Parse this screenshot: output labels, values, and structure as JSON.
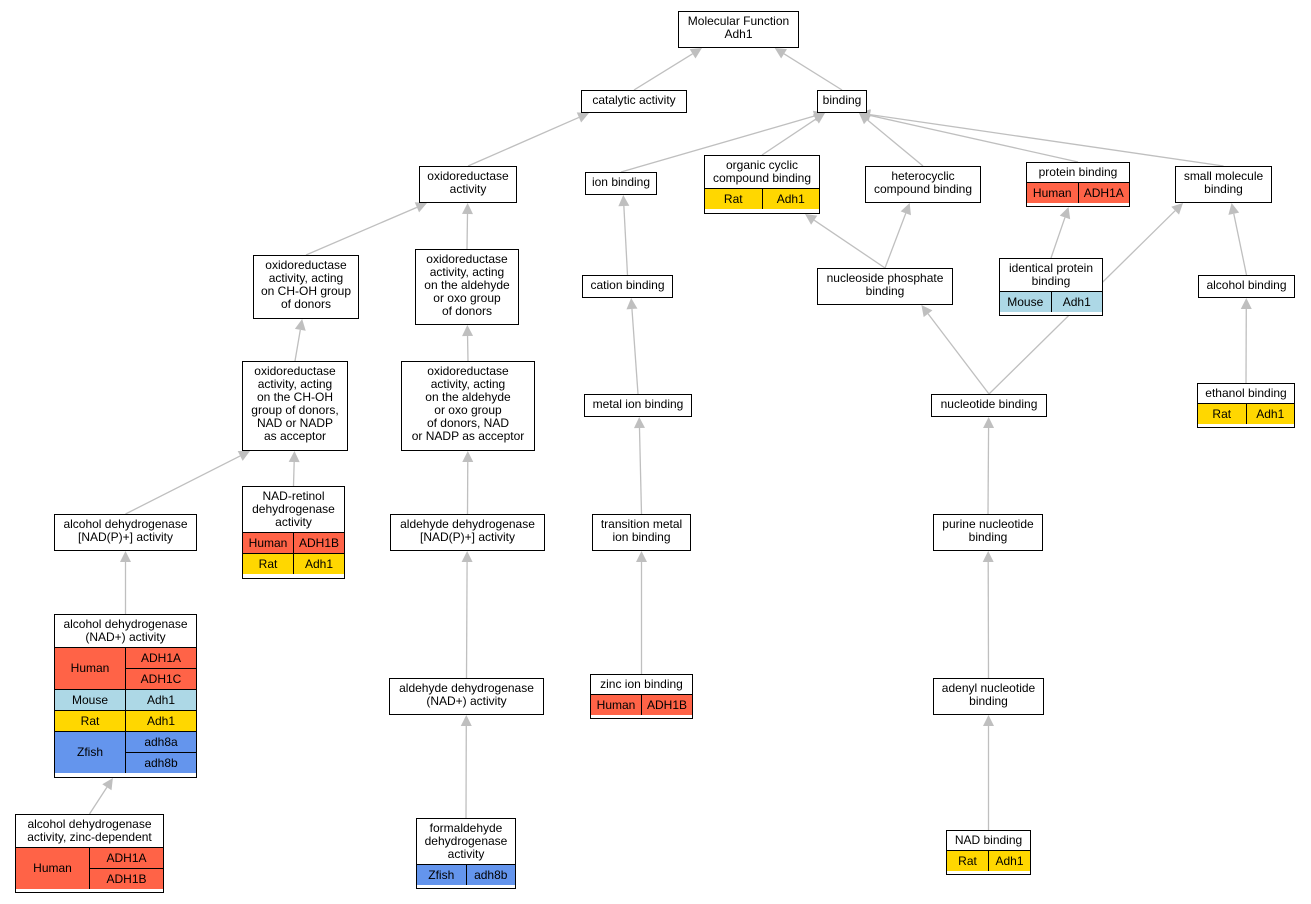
{
  "species_colors": {
    "Human": "#ff6347",
    "Mouse": "#add8e6",
    "Rat": "#ffd700",
    "Zfish": "#6495ed"
  },
  "edge_color": "#bfbfbf",
  "nodes": [
    {
      "id": "mf",
      "title": "Molecular Function\nAdh1",
      "rows": []
    },
    {
      "id": "cat",
      "title": "catalytic activity",
      "rows": []
    },
    {
      "id": "bind",
      "title": "binding",
      "rows": []
    },
    {
      "id": "oxred",
      "title": "oxidoreductase\nactivity",
      "rows": []
    },
    {
      "id": "ionb",
      "title": "ion binding",
      "rows": []
    },
    {
      "id": "orgcyc",
      "title": "organic cyclic\ncompound binding",
      "rows": [
        {
          "species": "Rat",
          "genes": [
            "Adh1"
          ]
        }
      ]
    },
    {
      "id": "hetcyc",
      "title": "heterocyclic\ncompound binding",
      "rows": []
    },
    {
      "id": "protb",
      "title": "protein binding",
      "rows": [
        {
          "species": "Human",
          "genes": [
            "ADH1A"
          ]
        }
      ]
    },
    {
      "id": "smallmol",
      "title": "small molecule\nbinding",
      "rows": []
    },
    {
      "id": "ox_choh",
      "title": "oxidoreductase\nactivity, acting\non CH-OH group\nof donors",
      "rows": []
    },
    {
      "id": "ox_ald",
      "title": "oxidoreductase\nactivity, acting\non the aldehyde\nor oxo group\nof donors",
      "rows": []
    },
    {
      "id": "catb",
      "title": "cation binding",
      "rows": []
    },
    {
      "id": "nucphos",
      "title": "nucleoside phosphate\nbinding",
      "rows": []
    },
    {
      "id": "identprot",
      "title": "identical protein\nbinding",
      "rows": [
        {
          "species": "Mouse",
          "genes": [
            "Adh1"
          ]
        }
      ]
    },
    {
      "id": "alcb",
      "title": "alcohol binding",
      "rows": []
    },
    {
      "id": "ox_chohnad",
      "title": "oxidoreductase\nactivity, acting\non the CH-OH\ngroup of donors,\nNAD or NADP\nas acceptor",
      "rows": []
    },
    {
      "id": "ox_aldnad",
      "title": "oxidoreductase\nactivity, acting\non the aldehyde\nor oxo group\nof donors, NAD\nor NADP as acceptor",
      "rows": []
    },
    {
      "id": "metalb",
      "title": "metal ion binding",
      "rows": []
    },
    {
      "id": "nucb",
      "title": "nucleotide binding",
      "rows": []
    },
    {
      "id": "ethb",
      "title": "ethanol binding",
      "rows": [
        {
          "species": "Rat",
          "genes": [
            "Adh1"
          ]
        }
      ]
    },
    {
      "id": "nadret",
      "title": "NAD-retinol\ndehydrogenase\nactivity",
      "rows": [
        {
          "species": "Human",
          "genes": [
            "ADH1B"
          ]
        },
        {
          "species": "Rat",
          "genes": [
            "Adh1"
          ]
        }
      ]
    },
    {
      "id": "adhnadp",
      "title": "alcohol dehydrogenase\n[NAD(P)+] activity",
      "rows": []
    },
    {
      "id": "aldhnadp",
      "title": "aldehyde dehydrogenase\n[NAD(P)+] activity",
      "rows": []
    },
    {
      "id": "transb",
      "title": "transition metal\nion binding",
      "rows": []
    },
    {
      "id": "purb",
      "title": "purine nucleotide\nbinding",
      "rows": []
    },
    {
      "id": "adhnad",
      "title": "alcohol dehydrogenase\n(NAD+) activity",
      "rows": [
        {
          "species": "Human",
          "genes": [
            "ADH1A",
            "ADH1C"
          ]
        },
        {
          "species": "Mouse",
          "genes": [
            "Adh1"
          ]
        },
        {
          "species": "Rat",
          "genes": [
            "Adh1"
          ]
        },
        {
          "species": "Zfish",
          "genes": [
            "adh8a",
            "adh8b"
          ]
        }
      ]
    },
    {
      "id": "aldhnad",
      "title": "aldehyde dehydrogenase\n(NAD+) activity",
      "rows": []
    },
    {
      "id": "zincb",
      "title": "zinc ion binding",
      "rows": [
        {
          "species": "Human",
          "genes": [
            "ADH1B"
          ]
        }
      ]
    },
    {
      "id": "adenb",
      "title": "adenyl nucleotide\nbinding",
      "rows": []
    },
    {
      "id": "adhzn",
      "title": "alcohol dehydrogenase\nactivity, zinc-dependent",
      "rows": [
        {
          "species": "Human",
          "genes": [
            "ADH1A",
            "ADH1B"
          ]
        }
      ]
    },
    {
      "id": "formdh",
      "title": "formaldehyde\ndehydrogenase\nactivity",
      "rows": [
        {
          "species": "Zfish",
          "genes": [
            "adh8b"
          ]
        }
      ]
    },
    {
      "id": "nadb",
      "title": "NAD binding",
      "rows": [
        {
          "species": "Rat",
          "genes": [
            "Adh1"
          ]
        }
      ]
    }
  ],
  "edges": [
    [
      "cat",
      "mf"
    ],
    [
      "bind",
      "mf"
    ],
    [
      "oxred",
      "cat"
    ],
    [
      "ionb",
      "bind"
    ],
    [
      "orgcyc",
      "bind"
    ],
    [
      "hetcyc",
      "bind"
    ],
    [
      "protb",
      "bind"
    ],
    [
      "smallmol",
      "bind"
    ],
    [
      "ox_choh",
      "oxred"
    ],
    [
      "ox_ald",
      "oxred"
    ],
    [
      "catb",
      "ionb"
    ],
    [
      "nucphos",
      "orgcyc"
    ],
    [
      "nucphos",
      "hetcyc"
    ],
    [
      "identprot",
      "protb"
    ],
    [
      "alcb",
      "smallmol"
    ],
    [
      "nucb",
      "smallmol"
    ],
    [
      "ox_chohnad",
      "ox_choh"
    ],
    [
      "ox_aldnad",
      "ox_ald"
    ],
    [
      "metalb",
      "catb"
    ],
    [
      "nucb",
      "nucphos"
    ],
    [
      "ethb",
      "alcb"
    ],
    [
      "adhnadp",
      "ox_chohnad"
    ],
    [
      "nadret",
      "ox_chohnad"
    ],
    [
      "aldhnadp",
      "ox_aldnad"
    ],
    [
      "transb",
      "metalb"
    ],
    [
      "purb",
      "nucb"
    ],
    [
      "adhnad",
      "adhnadp"
    ],
    [
      "aldhnad",
      "aldhnadp"
    ],
    [
      "zincb",
      "transb"
    ],
    [
      "adenb",
      "purb"
    ],
    [
      "adhzn",
      "adhnad"
    ],
    [
      "formdh",
      "aldhnad"
    ],
    [
      "nadb",
      "adenb"
    ]
  ]
}
